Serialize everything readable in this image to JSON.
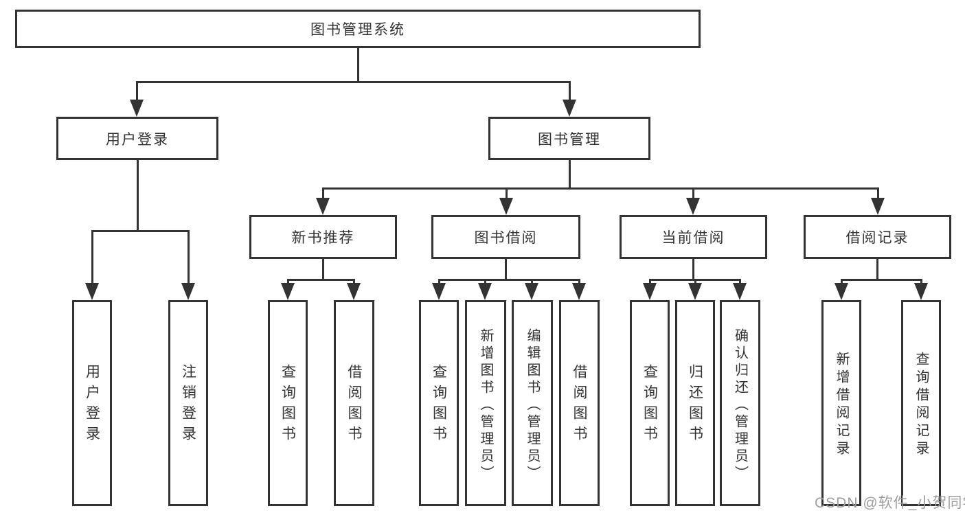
{
  "diagram_type": "functional-structure-tree",
  "colors": {
    "line": "#333333",
    "text": "#333333",
    "box_fill": "#ffffff",
    "background": "#ffffff",
    "watermark": "#9d9d9d"
  },
  "watermark": "CSDN @软件_小贺同学",
  "tree": {
    "label": "图书管理系统",
    "children": [
      {
        "label": "用户登录",
        "children": [
          {
            "label": "用户登录"
          },
          {
            "label": "注销登录"
          }
        ]
      },
      {
        "label": "图书管理",
        "children": [
          {
            "label": "新书推荐",
            "children": [
              {
                "label": "查询图书"
              },
              {
                "label": "借阅图书"
              }
            ]
          },
          {
            "label": "图书借阅",
            "children": [
              {
                "label": "查询图书"
              },
              {
                "label": "新增图书（管理员）"
              },
              {
                "label": "编辑图书（管理员）"
              },
              {
                "label": "借阅图书"
              }
            ]
          },
          {
            "label": "当前借阅",
            "children": [
              {
                "label": "查询图书"
              },
              {
                "label": "归还图书"
              },
              {
                "label": "确认归还（管理员）"
              }
            ]
          },
          {
            "label": "借阅记录",
            "children": [
              {
                "label": "新增借阅记录"
              },
              {
                "label": "查询借阅记录"
              }
            ]
          }
        ]
      }
    ]
  }
}
